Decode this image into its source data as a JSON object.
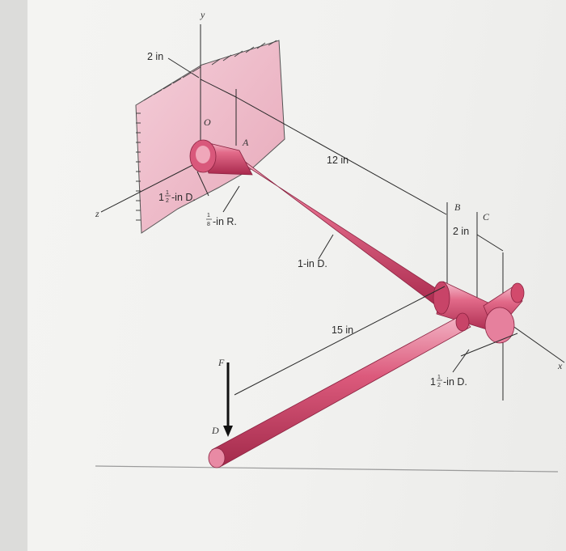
{
  "diagram": {
    "dimensions": {
      "wall_offset": "2 in",
      "length_oa_to_b": "12 in",
      "length_b_to_c": "2 in",
      "arm_length": "15 in"
    },
    "diameters": {
      "base_whole": "1",
      "base_num": "1",
      "base_den": "2",
      "base_suffix": "-in D.",
      "shaft": "1-in D.",
      "end_whole": "1",
      "end_num": "1",
      "end_den": "2",
      "end_suffix": "-in D."
    },
    "fillet": {
      "num": "1",
      "den": "8",
      "suffix": "-in R."
    },
    "points": {
      "O": "O",
      "A": "A",
      "B": "B",
      "C": "C",
      "D": "D"
    },
    "force": "F",
    "axes": {
      "x": "x",
      "y": "y",
      "z": "z"
    }
  },
  "colors": {
    "shaft": "#d24a6c",
    "shaft_highlight": "#f4b9c8",
    "shaft_shadow": "#a22a4b",
    "wall": "#ecb8c6",
    "lines": "#2a2a2a"
  }
}
